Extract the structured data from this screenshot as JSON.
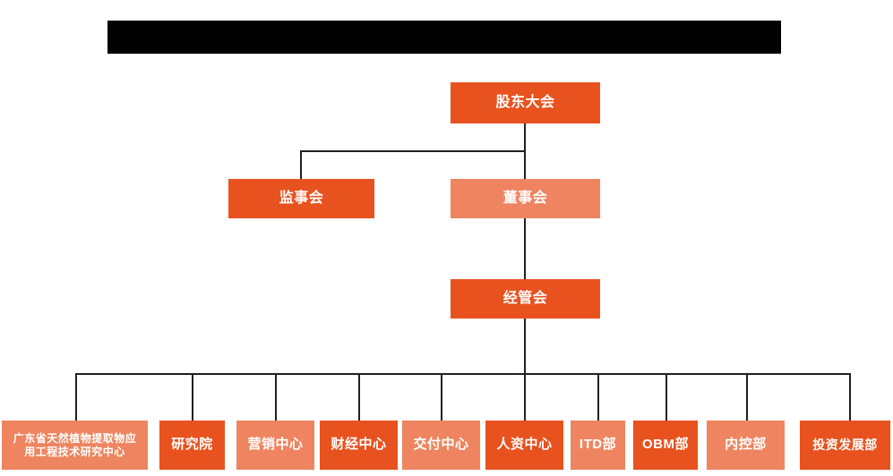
{
  "page": {
    "title_bar": {
      "name": "redacted-title-bar",
      "text": ""
    },
    "background_color": "#ffffff"
  },
  "colors": {
    "dark_orange": "#E8521E",
    "light_orange": "#EE8560",
    "line": "#231f20",
    "text": "#ffffff",
    "redaction": "#000000"
  },
  "chart_data": {
    "type": "diagram",
    "subtype": "org-chart",
    "title": "",
    "orientation": "top-down",
    "levels": [
      {
        "level": 1,
        "nodes": [
          {
            "id": "shareholders",
            "label": "股东大会",
            "style": "dark"
          }
        ]
      },
      {
        "level": 2,
        "nodes": [
          {
            "id": "supervisors",
            "label": "监事会",
            "style": "dark"
          },
          {
            "id": "directors",
            "label": "董事会",
            "style": "light"
          }
        ]
      },
      {
        "level": 3,
        "nodes": [
          {
            "id": "management",
            "label": "经管会",
            "style": "dark"
          }
        ]
      },
      {
        "level": 4,
        "nodes": [
          {
            "id": "research-center",
            "label": "广东省天然植物提取物应\n用工程技术研究中心",
            "style": "light"
          },
          {
            "id": "research-institute",
            "label": "研究院",
            "style": "dark"
          },
          {
            "id": "marketing-center",
            "label": "营销中心",
            "style": "light"
          },
          {
            "id": "finance-center",
            "label": "财经中心",
            "style": "dark"
          },
          {
            "id": "delivery-center",
            "label": "交付中心",
            "style": "light"
          },
          {
            "id": "hr-center",
            "label": "人资中心",
            "style": "dark"
          },
          {
            "id": "itd-dept",
            "label": "ITD部",
            "style": "light"
          },
          {
            "id": "obm-dept",
            "label": "OBM部",
            "style": "dark"
          },
          {
            "id": "internal-control-dept",
            "label": "内控部",
            "style": "light"
          },
          {
            "id": "investment-development-dept",
            "label": "投资发展部",
            "style": "dark"
          }
        ]
      }
    ],
    "edges": [
      {
        "from": "shareholders",
        "to": "supervisors"
      },
      {
        "from": "shareholders",
        "to": "directors"
      },
      {
        "from": "directors",
        "to": "management"
      },
      {
        "from": "management",
        "to": "research-center"
      },
      {
        "from": "management",
        "to": "research-institute"
      },
      {
        "from": "management",
        "to": "marketing-center"
      },
      {
        "from": "management",
        "to": "finance-center"
      },
      {
        "from": "management",
        "to": "delivery-center"
      },
      {
        "from": "management",
        "to": "hr-center"
      },
      {
        "from": "management",
        "to": "itd-dept"
      },
      {
        "from": "management",
        "to": "obm-dept"
      },
      {
        "from": "management",
        "to": "internal-control-dept"
      },
      {
        "from": "management",
        "to": "investment-development-dept"
      }
    ]
  },
  "nodes": {
    "shareholders": "股东大会",
    "supervisors": "监事会",
    "directors": "董事会",
    "management": "经管会",
    "research_center": "广东省天然植物提取物应\n用工程技术研究中心",
    "research_institute": "研究院",
    "marketing_center": "营销中心",
    "finance_center": "财经中心",
    "delivery_center": "交付中心",
    "hr_center": "人资中心",
    "itd_dept": "ITD部",
    "obm_dept": "OBM部",
    "internal_control_dept": "内控部",
    "investment_development_dept": "投资发展部"
  }
}
